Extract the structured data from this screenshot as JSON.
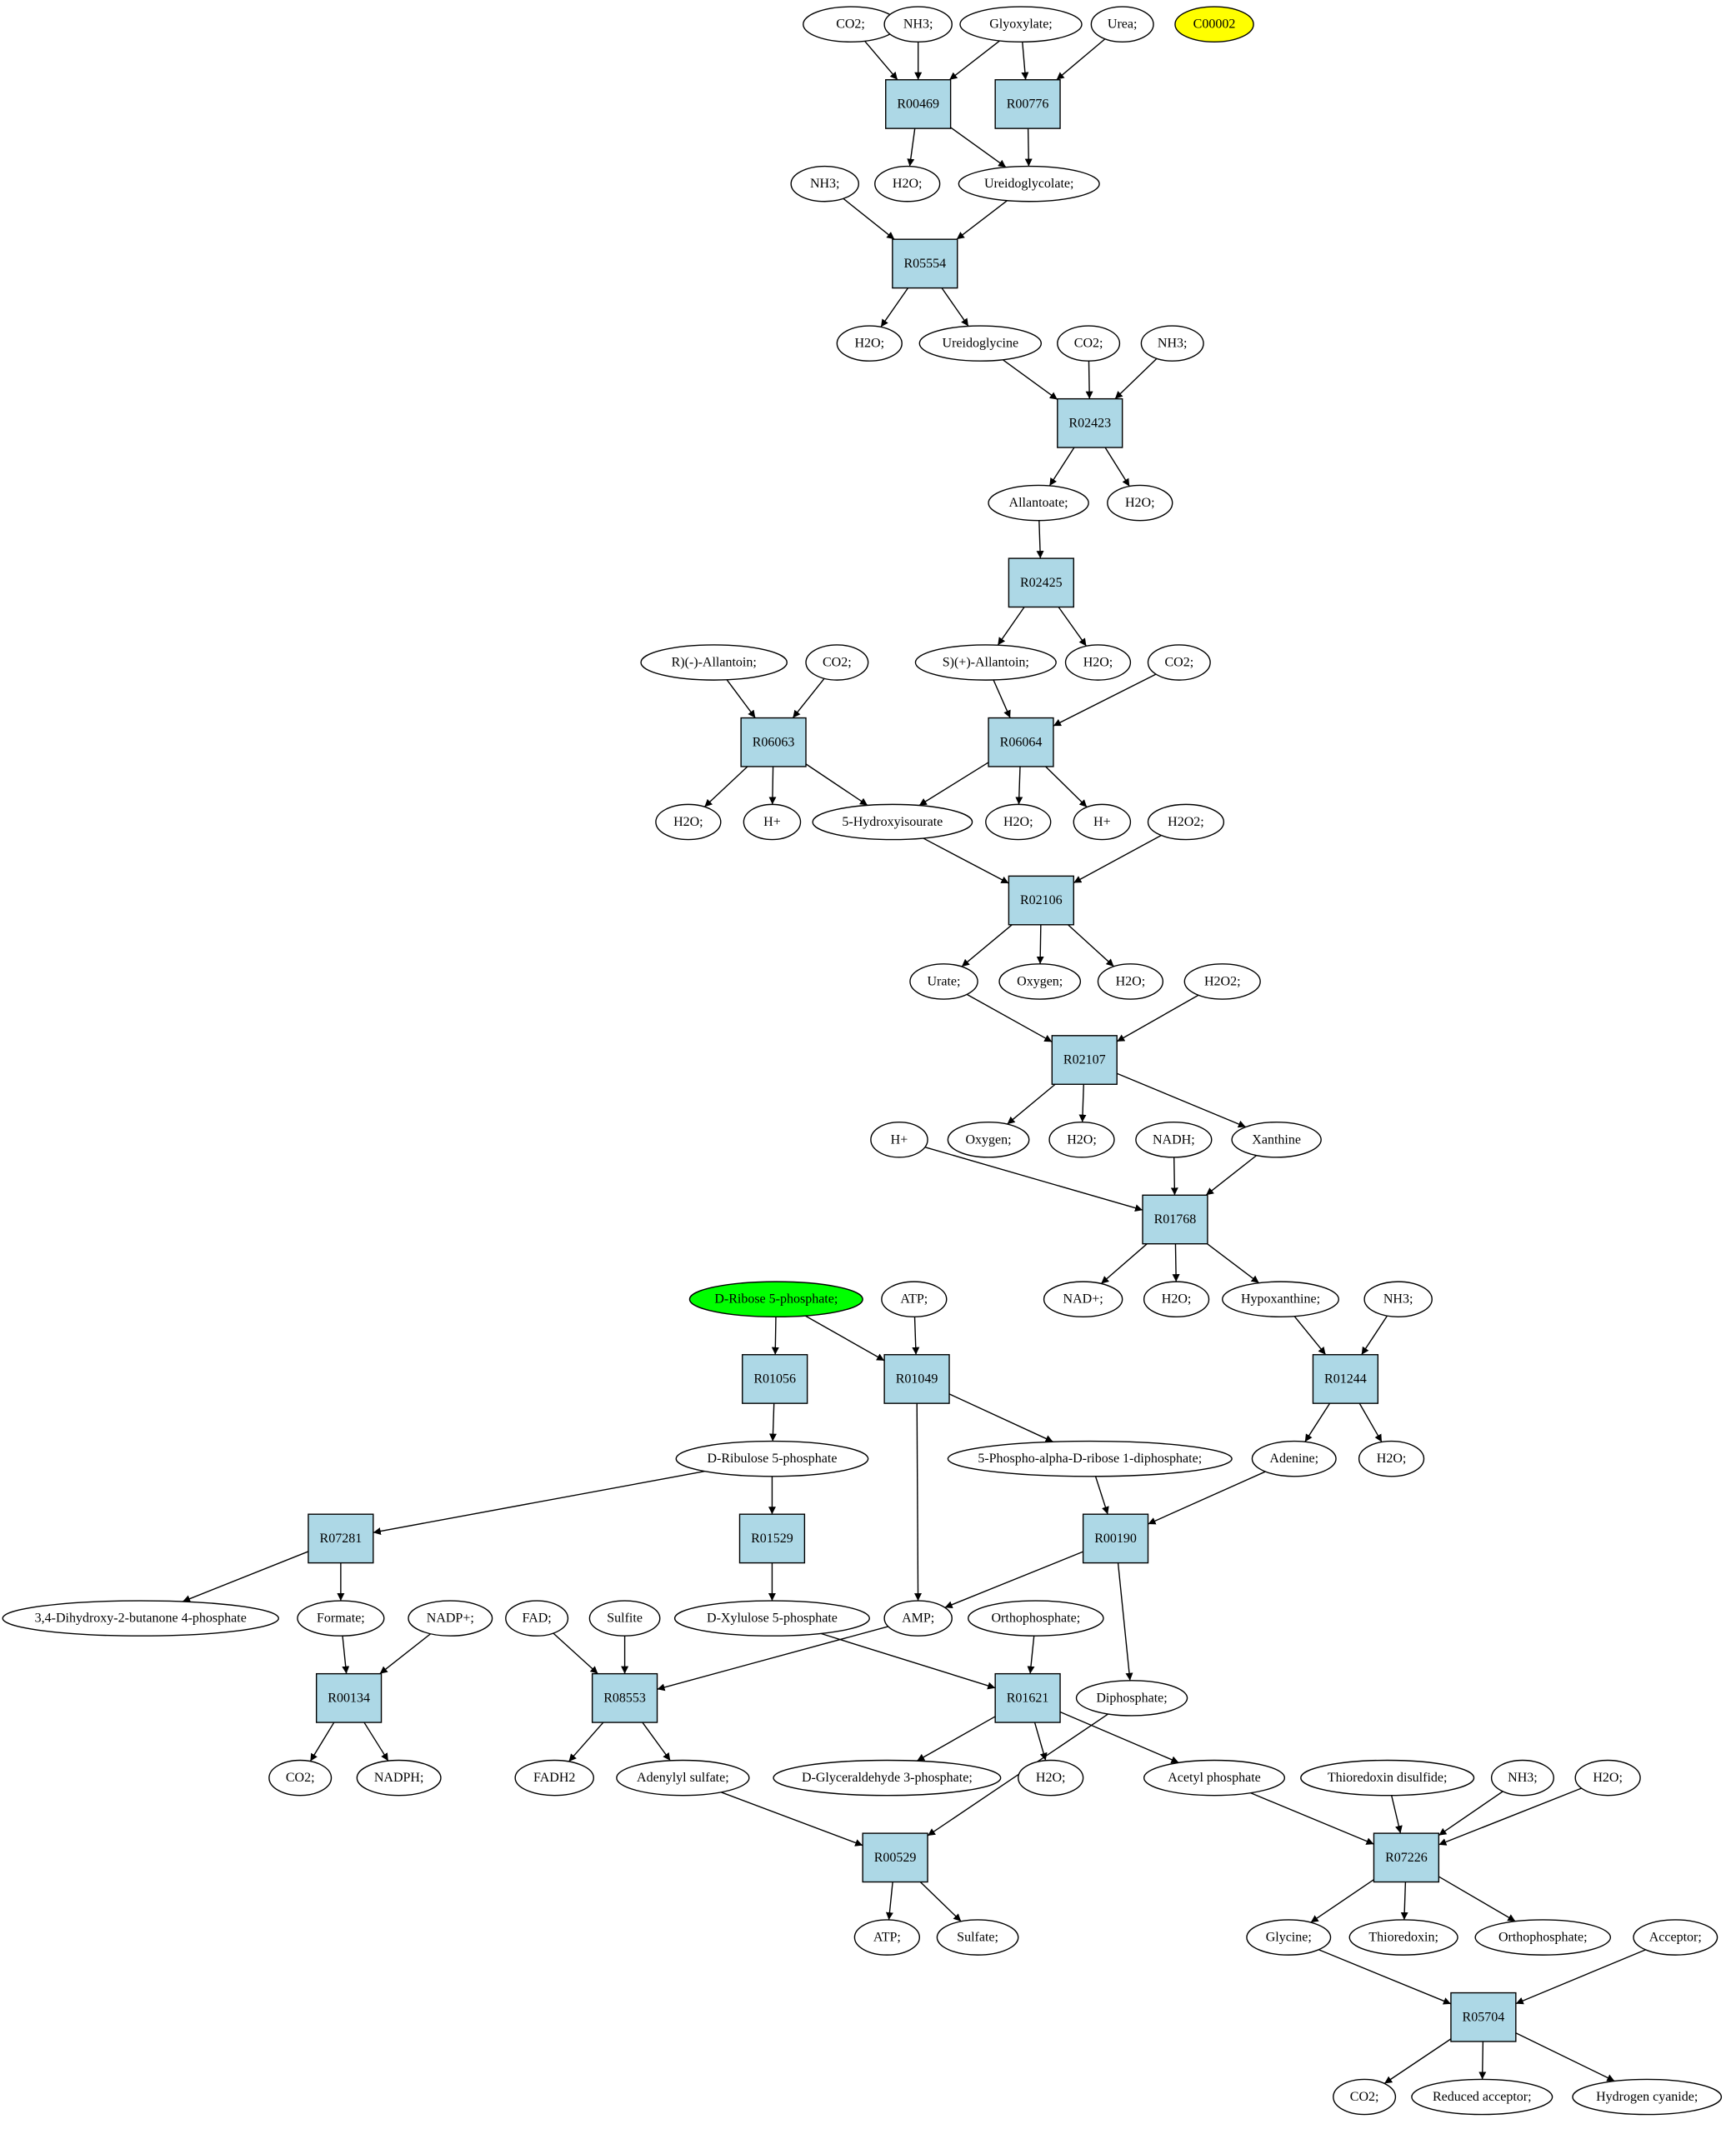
{
  "colors": {
    "reaction_fill": "#add8e6",
    "compound_fill": "#ffffff",
    "highlight_start": "#00ff00",
    "highlight_target": "#ffff00",
    "line": "#000000"
  },
  "reactions": [
    {
      "id": "r_R00469",
      "label": "R00469"
    },
    {
      "id": "r_R00776",
      "label": "R00776"
    },
    {
      "id": "r_R05554",
      "label": "R05554"
    },
    {
      "id": "r_R02423",
      "label": "R02423"
    },
    {
      "id": "r_R02425",
      "label": "R02425"
    },
    {
      "id": "r_R06063",
      "label": "R06063"
    },
    {
      "id": "r_R06064",
      "label": "R06064"
    },
    {
      "id": "r_R02106",
      "label": "R02106"
    },
    {
      "id": "r_R02107",
      "label": "R02107"
    },
    {
      "id": "r_R01768",
      "label": "R01768"
    },
    {
      "id": "r_R01056",
      "label": "R01056"
    },
    {
      "id": "r_R01049",
      "label": "R01049"
    },
    {
      "id": "r_R01244",
      "label": "R01244"
    },
    {
      "id": "r_R07281",
      "label": "R07281"
    },
    {
      "id": "r_R01529",
      "label": "R01529"
    },
    {
      "id": "r_R00190",
      "label": "R00190"
    },
    {
      "id": "r_R00134",
      "label": "R00134"
    },
    {
      "id": "r_R08553",
      "label": "R08553"
    },
    {
      "id": "r_R01621",
      "label": "R01621"
    },
    {
      "id": "r_R00529",
      "label": "R00529"
    },
    {
      "id": "r_R07226",
      "label": "R07226"
    },
    {
      "id": "r_R05704",
      "label": "R05704"
    }
  ],
  "compounds": [
    {
      "id": "c_co2_1",
      "label": "CO2;"
    },
    {
      "id": "c_nh3_1",
      "label": "NH3;"
    },
    {
      "id": "c_glyoxylate",
      "label": "Glyoxylate;"
    },
    {
      "id": "c_urea",
      "label": "Urea;"
    },
    {
      "id": "c_C00002",
      "label": "C00002",
      "fill": "highlight_target"
    },
    {
      "id": "c_h2o_1",
      "label": "H2O;"
    },
    {
      "id": "c_ureidoglycolate",
      "label": "Ureidoglycolate;"
    },
    {
      "id": "c_nh3_2",
      "label": "NH3;"
    },
    {
      "id": "c_h2o_2",
      "label": "H2O;"
    },
    {
      "id": "c_ureidoglycine",
      "label": "Ureidoglycine"
    },
    {
      "id": "c_co2_2",
      "label": "CO2;"
    },
    {
      "id": "c_nh3_3",
      "label": "NH3;"
    },
    {
      "id": "c_allantoate",
      "label": "Allantoate;"
    },
    {
      "id": "c_h2o_3",
      "label": "H2O;"
    },
    {
      "id": "c_r_allantoin",
      "label": "R)(-)-Allantoin;"
    },
    {
      "id": "c_co2_3",
      "label": "CO2;"
    },
    {
      "id": "c_s_allantoin",
      "label": "S)(+)-Allantoin;"
    },
    {
      "id": "c_h2o_4",
      "label": "H2O;"
    },
    {
      "id": "c_co2_4",
      "label": "CO2;"
    },
    {
      "id": "c_h2o_5",
      "label": "H2O;"
    },
    {
      "id": "c_hplus_1",
      "label": "H+"
    },
    {
      "id": "c_hydroxyisourate",
      "label": "5-Hydroxyisourate"
    },
    {
      "id": "c_h2o_6",
      "label": "H2O;"
    },
    {
      "id": "c_hplus_2",
      "label": "H+"
    },
    {
      "id": "c_h2o2_1",
      "label": "H2O2;"
    },
    {
      "id": "c_urate",
      "label": "Urate;"
    },
    {
      "id": "c_oxygen_1",
      "label": "Oxygen;"
    },
    {
      "id": "c_h2o_7",
      "label": "H2O;"
    },
    {
      "id": "c_h2o2_2",
      "label": "H2O2;"
    },
    {
      "id": "c_hplus_3",
      "label": "H+"
    },
    {
      "id": "c_oxygen_2",
      "label": "Oxygen;"
    },
    {
      "id": "c_h2o_8",
      "label": "H2O;"
    },
    {
      "id": "c_nadh",
      "label": "NADH;"
    },
    {
      "id": "c_xanthine",
      "label": "Xanthine"
    },
    {
      "id": "c_ribose5p",
      "label": "D-Ribose 5-phosphate;",
      "fill": "highlight_start"
    },
    {
      "id": "c_atp_1",
      "label": "ATP;"
    },
    {
      "id": "c_nadplus",
      "label": "NAD+;"
    },
    {
      "id": "c_h2o_9",
      "label": "H2O;"
    },
    {
      "id": "c_hypoxanthine",
      "label": "Hypoxanthine;"
    },
    {
      "id": "c_nh3_4",
      "label": "NH3;"
    },
    {
      "id": "c_ribulose5p",
      "label": "D-Ribulose 5-phosphate"
    },
    {
      "id": "c_prpp",
      "label": "5-Phospho-alpha-D-ribose 1-diphosphate;"
    },
    {
      "id": "c_adenine",
      "label": "Adenine;"
    },
    {
      "id": "c_h2o_10",
      "label": "H2O;"
    },
    {
      "id": "c_dhbp",
      "label": "3,4-Dihydroxy-2-butanone 4-phosphate"
    },
    {
      "id": "c_formate",
      "label": "Formate;"
    },
    {
      "id": "c_nadpplus",
      "label": "NADP+;"
    },
    {
      "id": "c_fad",
      "label": "FAD;"
    },
    {
      "id": "c_sulfite",
      "label": "Sulfite"
    },
    {
      "id": "c_xylulose5p",
      "label": "D-Xylulose 5-phosphate"
    },
    {
      "id": "c_amp",
      "label": "AMP;"
    },
    {
      "id": "c_orthophosphate_1",
      "label": "Orthophosphate;"
    },
    {
      "id": "c_diphosphate",
      "label": "Diphosphate;"
    },
    {
      "id": "c_co2_5",
      "label": "CO2;"
    },
    {
      "id": "c_nadph",
      "label": "NADPH;"
    },
    {
      "id": "c_fadh2",
      "label": "FADH2"
    },
    {
      "id": "c_adenylylsulfate",
      "label": "Adenylyl sulfate;"
    },
    {
      "id": "c_g3p",
      "label": "D-Glyceraldehyde 3-phosphate;"
    },
    {
      "id": "c_h2o_11",
      "label": "H2O;"
    },
    {
      "id": "c_acetylphosphate",
      "label": "Acetyl phosphate"
    },
    {
      "id": "c_thioredoxin_disulfide",
      "label": "Thioredoxin disulfide;"
    },
    {
      "id": "c_nh3_5",
      "label": "NH3;"
    },
    {
      "id": "c_h2o_12",
      "label": "H2O;"
    },
    {
      "id": "c_atp_2",
      "label": "ATP;"
    },
    {
      "id": "c_sulfate",
      "label": "Sulfate;"
    },
    {
      "id": "c_glycine",
      "label": "Glycine;"
    },
    {
      "id": "c_thioredoxin",
      "label": "Thioredoxin;"
    },
    {
      "id": "c_orthophosphate_2",
      "label": "Orthophosphate;"
    },
    {
      "id": "c_acceptor",
      "label": "Acceptor;"
    },
    {
      "id": "c_co2_6",
      "label": "CO2;"
    },
    {
      "id": "c_reduced_acceptor",
      "label": "Reduced acceptor;"
    },
    {
      "id": "c_hcn",
      "label": "Hydrogen cyanide;"
    }
  ],
  "edges": [
    [
      "c_co2_1",
      "r_R00469"
    ],
    [
      "c_nh3_1",
      "r_R00469"
    ],
    [
      "c_glyoxylate",
      "r_R00469"
    ],
    [
      "c_glyoxylate",
      "r_R00776"
    ],
    [
      "c_urea",
      "r_R00776"
    ],
    [
      "r_R00469",
      "c_h2o_1"
    ],
    [
      "r_R00469",
      "c_ureidoglycolate"
    ],
    [
      "r_R00776",
      "c_ureidoglycolate"
    ],
    [
      "c_nh3_2",
      "r_R05554"
    ],
    [
      "c_ureidoglycolate",
      "r_R05554"
    ],
    [
      "r_R05554",
      "c_h2o_2"
    ],
    [
      "r_R05554",
      "c_ureidoglycine"
    ],
    [
      "c_ureidoglycine",
      "r_R02423"
    ],
    [
      "c_co2_2",
      "r_R02423"
    ],
    [
      "c_nh3_3",
      "r_R02423"
    ],
    [
      "r_R02423",
      "c_allantoate"
    ],
    [
      "r_R02423",
      "c_h2o_3"
    ],
    [
      "c_allantoate",
      "r_R02425"
    ],
    [
      "r_R02425",
      "c_s_allantoin"
    ],
    [
      "r_R02425",
      "c_h2o_4"
    ],
    [
      "c_r_allantoin",
      "r_R06063"
    ],
    [
      "c_co2_3",
      "r_R06063"
    ],
    [
      "c_s_allantoin",
      "r_R06064"
    ],
    [
      "c_co2_4",
      "r_R06064"
    ],
    [
      "r_R06063",
      "c_h2o_5"
    ],
    [
      "r_R06063",
      "c_hplus_1"
    ],
    [
      "r_R06063",
      "c_hydroxyisourate"
    ],
    [
      "r_R06064",
      "c_hydroxyisourate"
    ],
    [
      "r_R06064",
      "c_h2o_6"
    ],
    [
      "r_R06064",
      "c_hplus_2"
    ],
    [
      "c_hydroxyisourate",
      "r_R02106"
    ],
    [
      "c_h2o2_1",
      "r_R02106"
    ],
    [
      "r_R02106",
      "c_urate"
    ],
    [
      "r_R02106",
      "c_oxygen_1"
    ],
    [
      "r_R02106",
      "c_h2o_7"
    ],
    [
      "c_urate",
      "r_R02107"
    ],
    [
      "c_h2o2_2",
      "r_R02107"
    ],
    [
      "r_R02107",
      "c_oxygen_2"
    ],
    [
      "r_R02107",
      "c_h2o_8"
    ],
    [
      "r_R02107",
      "c_xanthine"
    ],
    [
      "c_hplus_3",
      "r_R01768"
    ],
    [
      "c_nadh",
      "r_R01768"
    ],
    [
      "c_xanthine",
      "r_R01768"
    ],
    [
      "r_R01768",
      "c_nadplus"
    ],
    [
      "r_R01768",
      "c_h2o_9"
    ],
    [
      "r_R01768",
      "c_hypoxanthine"
    ],
    [
      "c_hypoxanthine",
      "r_R01244"
    ],
    [
      "c_nh3_4",
      "r_R01244"
    ],
    [
      "r_R01244",
      "c_adenine"
    ],
    [
      "r_R01244",
      "c_h2o_10"
    ],
    [
      "c_ribose5p",
      "r_R01056"
    ],
    [
      "c_ribose5p",
      "r_R01049"
    ],
    [
      "c_atp_1",
      "r_R01049"
    ],
    [
      "r_R01056",
      "c_ribulose5p"
    ],
    [
      "r_R01049",
      "c_prpp"
    ],
    [
      "r_R01049",
      "c_amp"
    ],
    [
      "c_ribulose5p",
      "r_R07281"
    ],
    [
      "c_ribulose5p",
      "r_R01529"
    ],
    [
      "c_prpp",
      "r_R00190"
    ],
    [
      "c_adenine",
      "r_R00190"
    ],
    [
      "r_R07281",
      "c_dhbp"
    ],
    [
      "r_R07281",
      "c_formate"
    ],
    [
      "r_R01529",
      "c_xylulose5p"
    ],
    [
      "r_R00190",
      "c_amp"
    ],
    [
      "r_R00190",
      "c_diphosphate"
    ],
    [
      "c_formate",
      "r_R00134"
    ],
    [
      "c_nadpplus",
      "r_R00134"
    ],
    [
      "r_R00134",
      "c_co2_5"
    ],
    [
      "r_R00134",
      "c_nadph"
    ],
    [
      "c_fad",
      "r_R08553"
    ],
    [
      "c_sulfite",
      "r_R08553"
    ],
    [
      "c_amp",
      "r_R08553"
    ],
    [
      "r_R08553",
      "c_fadh2"
    ],
    [
      "r_R08553",
      "c_adenylylsulfate"
    ],
    [
      "c_xylulose5p",
      "r_R01621"
    ],
    [
      "c_orthophosphate_1",
      "r_R01621"
    ],
    [
      "r_R01621",
      "c_g3p"
    ],
    [
      "r_R01621",
      "c_h2o_11"
    ],
    [
      "r_R01621",
      "c_acetylphosphate"
    ],
    [
      "c_adenylylsulfate",
      "r_R00529"
    ],
    [
      "c_diphosphate",
      "r_R00529"
    ],
    [
      "r_R00529",
      "c_atp_2"
    ],
    [
      "r_R00529",
      "c_sulfate"
    ],
    [
      "c_acetylphosphate",
      "r_R07226"
    ],
    [
      "c_thioredoxin_disulfide",
      "r_R07226"
    ],
    [
      "c_nh3_5",
      "r_R07226"
    ],
    [
      "c_h2o_12",
      "r_R07226"
    ],
    [
      "r_R07226",
      "c_glycine"
    ],
    [
      "r_R07226",
      "c_thioredoxin"
    ],
    [
      "r_R07226",
      "c_orthophosphate_2"
    ],
    [
      "c_glycine",
      "r_R05704"
    ],
    [
      "c_acceptor",
      "r_R05704"
    ],
    [
      "r_R05704",
      "c_co2_6"
    ],
    [
      "r_R05704",
      "c_reduced_acceptor"
    ],
    [
      "r_R05704",
      "c_hcn"
    ]
  ]
}
